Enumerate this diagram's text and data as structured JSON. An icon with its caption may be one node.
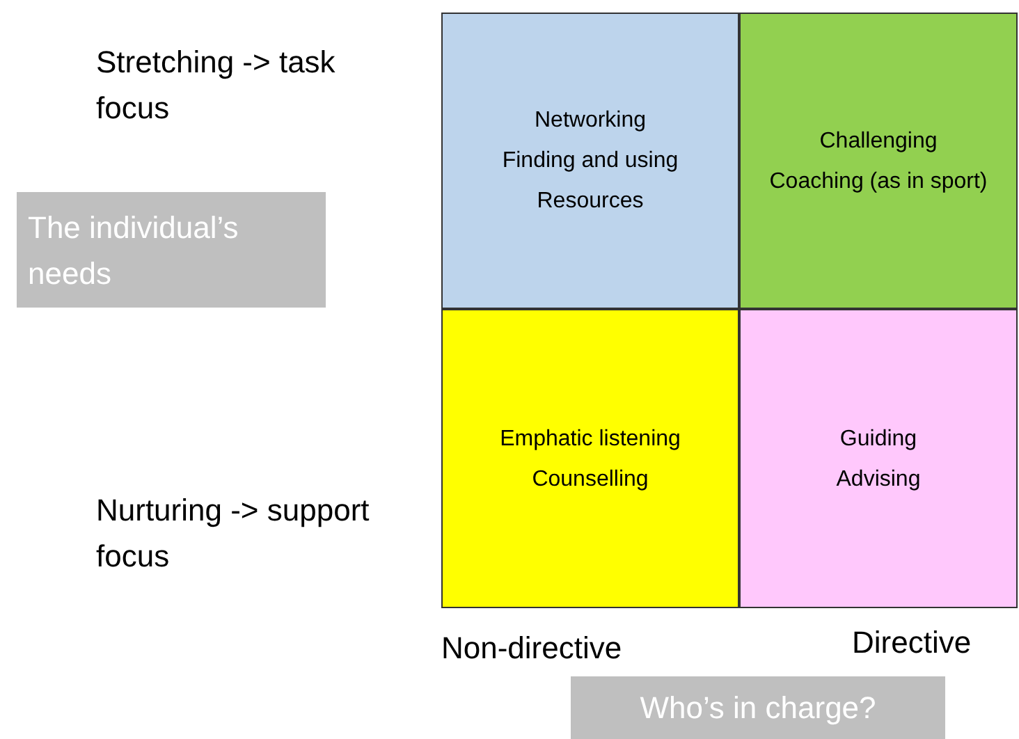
{
  "diagram": {
    "nodes": [
      {
        "text": [
          "Networking",
          "Finding and using Resources"
        ]
      },
      {
        "text": [
          "Challenging",
          "Coaching (as in sport)"
        ]
      },
      {
        "text": [
          "The individual’s needs"
        ]
      },
      {
        "text": [
          "Emphatic listening",
          "Counselling"
        ]
      },
      {
        "text": [
          "Guiding",
          "Advising"
        ]
      },
      {
        "text": [
          "Who’s in charge?"
        ]
      }
    ],
    "labels": [
      "Stretching -> task focus",
      "Nurturing -> support focus",
      "Non-directive",
      "Directive"
    ]
  }
}
